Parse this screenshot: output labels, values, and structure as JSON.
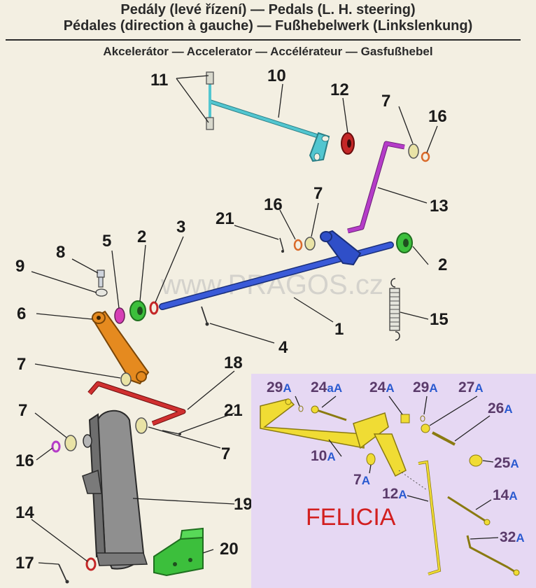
{
  "header": {
    "line1": "Pedály (levé řízení) — Pedals (L. H. steering)",
    "line2": "Pédales (direction à gauche) — Fußhebelwerk (Linkslenkung)",
    "line3": "Akcelerátor — Accelerator — Accélérateur — Gasfußhebel"
  },
  "watermark": "www.PRAGOS.cz",
  "felicia": {
    "title": "FELICIA",
    "labels": [
      {
        "n": "29",
        "s": "A"
      },
      {
        "n": "24",
        "s": "aA"
      },
      {
        "n": "24",
        "s": "A"
      },
      {
        "n": "29",
        "s": "A"
      },
      {
        "n": "27",
        "s": "A"
      },
      {
        "n": "26",
        "s": "A"
      },
      {
        "n": "10",
        "s": "A"
      },
      {
        "n": "25",
        "s": "A"
      },
      {
        "n": "7",
        "s": "A"
      },
      {
        "n": "12",
        "s": "A"
      },
      {
        "n": "14",
        "s": "A"
      },
      {
        "n": "32",
        "s": "A"
      }
    ]
  },
  "parts": [
    {
      "label": "11"
    },
    {
      "label": "10"
    },
    {
      "label": "12"
    },
    {
      "label": "7"
    },
    {
      "label": "16"
    },
    {
      "label": "13"
    },
    {
      "label": "16"
    },
    {
      "label": "7"
    },
    {
      "label": "21"
    },
    {
      "label": "5"
    },
    {
      "label": "2"
    },
    {
      "label": "3"
    },
    {
      "label": "8"
    },
    {
      "label": "9"
    },
    {
      "label": "2"
    },
    {
      "label": "6"
    },
    {
      "label": "1"
    },
    {
      "label": "15"
    },
    {
      "label": "4"
    },
    {
      "label": "7"
    },
    {
      "label": "18"
    },
    {
      "label": "21"
    },
    {
      "label": "7"
    },
    {
      "label": "7"
    },
    {
      "label": "16"
    },
    {
      "label": "19"
    },
    {
      "label": "14"
    },
    {
      "label": "20"
    },
    {
      "label": "17"
    }
  ],
  "colors": {
    "background": "#f3efe2",
    "rod_blue": "#2f4fc8",
    "rod_cyan": "#52c6d0",
    "purple": "#b53cc8",
    "orange": "#e58a1f",
    "red": "#c42727",
    "green": "#3cbf3c",
    "gray": "#8a8a8a",
    "felicia_bg": "#e6d8f3",
    "felicia_yellow": "#f0dc34"
  }
}
